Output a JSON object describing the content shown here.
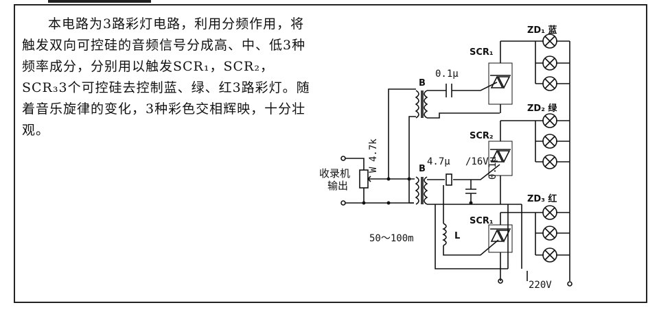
{
  "description": "本电路为3路彩灯电路，利用分频作用，将触发双向可控硅的音频信号分成高、中、低3种频率成分，分别用以触发SCR₁，SCR₂，SCR₃3个可控硅去控制蓝、绿、红3路彩灯。随着音乐旋律的变化，3种彩色交相辉映，十分壮观。",
  "labels": {
    "input_line1": "收录机",
    "input_line2": "输出",
    "pot": "4.7k",
    "pot_w": "W",
    "transformer_top": "B",
    "transformer_mid": "B",
    "cap_high": "0.1μ",
    "cap_mid": "4.7μ",
    "cap_mid_rating": "/16V",
    "cap_small": "0.1μ",
    "inductor": "L",
    "cable": "50～100m",
    "scr_top": "SCR₁",
    "scr_mid": "SCR₂",
    "scr_bot": "SCR₁",
    "zd1": "ZD₁ 蓝",
    "zd2": "ZD₂ 绿",
    "zd3": "ZD₃ 红",
    "mains": "220V"
  }
}
